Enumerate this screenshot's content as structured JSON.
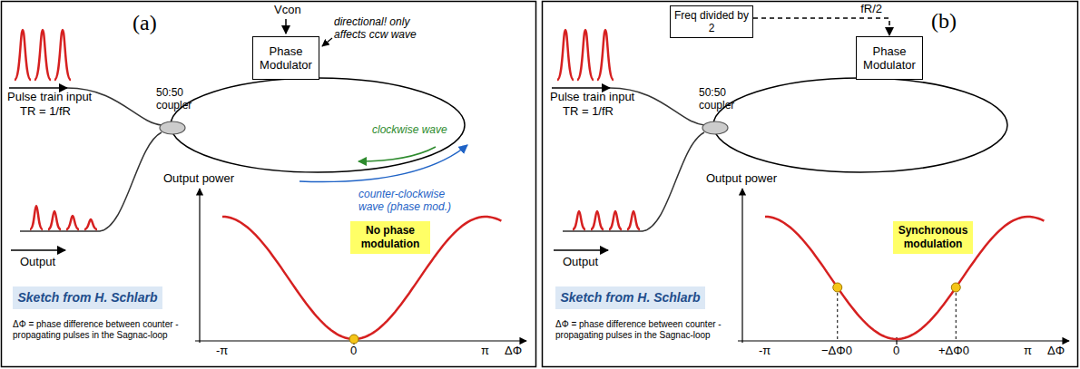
{
  "diagram": {
    "nodes": [
      {
        "text": [
          "Phase Modulator"
        ]
      },
      {
        "text": [
          "No phase modulation"
        ]
      },
      {
        "text": [
          "Sketch from H. Schlarb"
        ]
      },
      {
        "text": [
          "Freq divided by 2"
        ]
      },
      {
        "text": [
          "Phase Modulator"
        ]
      },
      {
        "text": [
          "Synchronous modulation"
        ]
      },
      {
        "text": [
          "Sketch from H. Schlarb"
        ]
      }
    ],
    "edges": [
      {
        "from": 3,
        "to": 4,
        "arrow": "to",
        "label": "fR/2"
      }
    ],
    "labels": [
      "(a)",
      "Pulse train input",
      "TR = 1/fR",
      "50:50 coupler",
      "Vcon",
      "directional! only affects ccw wave",
      "clockwise wave",
      "counter-clockwise wave (phase mod.)",
      "Output power",
      "Output",
      "-π",
      "0",
      "π",
      "ΔΦ",
      "ΔΦ = phase difference between counter -propagating pulses in the Sagnac-loop",
      "(b)",
      "Pulse train input",
      "TR = 1/fR",
      "50:50 coupler",
      "Output power",
      "Output",
      "-π",
      "−ΔΦ0",
      "0",
      "+ΔΦ0",
      "π",
      "ΔΦ",
      "ΔΦ = phase difference between counter -propagating pulses in the Sagnac-loop"
    ]
  }
}
